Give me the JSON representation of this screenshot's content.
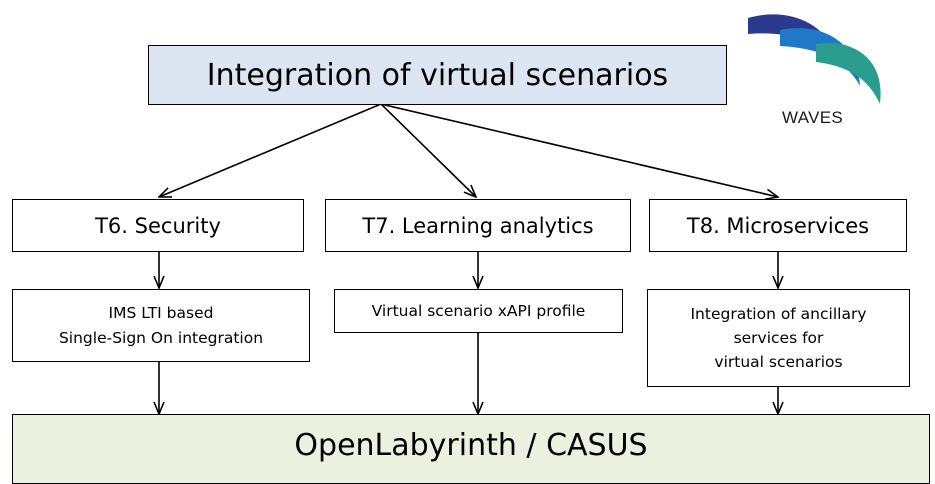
{
  "top": {
    "title": "Integration of virtual scenarios"
  },
  "tasks": [
    {
      "label": "T6. Security",
      "detail_lines": [
        "IMS LTI based",
        "Single-Sign On integration"
      ]
    },
    {
      "label": "T7. Learning analytics",
      "detail_lines": [
        "Virtual scenario xAPI profile"
      ]
    },
    {
      "label": "T8. Microservices",
      "detail_lines": [
        "Integration of ancillary",
        "services for",
        "virtual scenarios"
      ]
    }
  ],
  "bottom": {
    "title": "OpenLabyrinth / CASUS"
  },
  "logo": {
    "label": "WAVES",
    "colors": [
      "#2b3990",
      "#1f78c8",
      "#2a9d8f"
    ]
  },
  "colors": {
    "top_fill": "#dce6f2",
    "bottom_fill": "#ebf1de",
    "stroke": "#000000"
  }
}
